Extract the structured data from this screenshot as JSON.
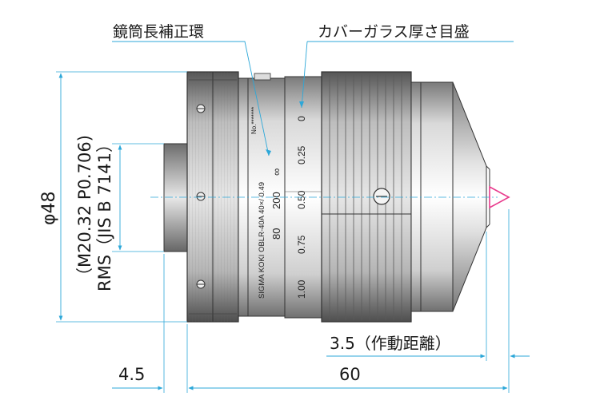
{
  "callouts": {
    "barrel_ring": "鏡筒長補正環",
    "cover_glass_scale": "カバーガラス厚さ目盛"
  },
  "dimensions": {
    "diameter": "φ48",
    "thread": "（M20.32 P0.706)",
    "thread_standard": "RMS（JIS B 7141）",
    "flange": "4.5",
    "overall_length": "60",
    "working_distance": "3.5（作動距離）"
  },
  "barrel_marks": {
    "ring_values": [
      "80",
      "200",
      "∞"
    ],
    "model": "SIGMA KOKI OBLR-40A 40×/ 0.49",
    "serial": "No.*******"
  },
  "scale_marks": [
    "0",
    "0.25",
    "0.50",
    "0.75",
    "1.00"
  ],
  "colors": {
    "line": "#2a2a2a",
    "dim_line": "#2ca7d8",
    "focus_marker": "#e83a8c"
  }
}
